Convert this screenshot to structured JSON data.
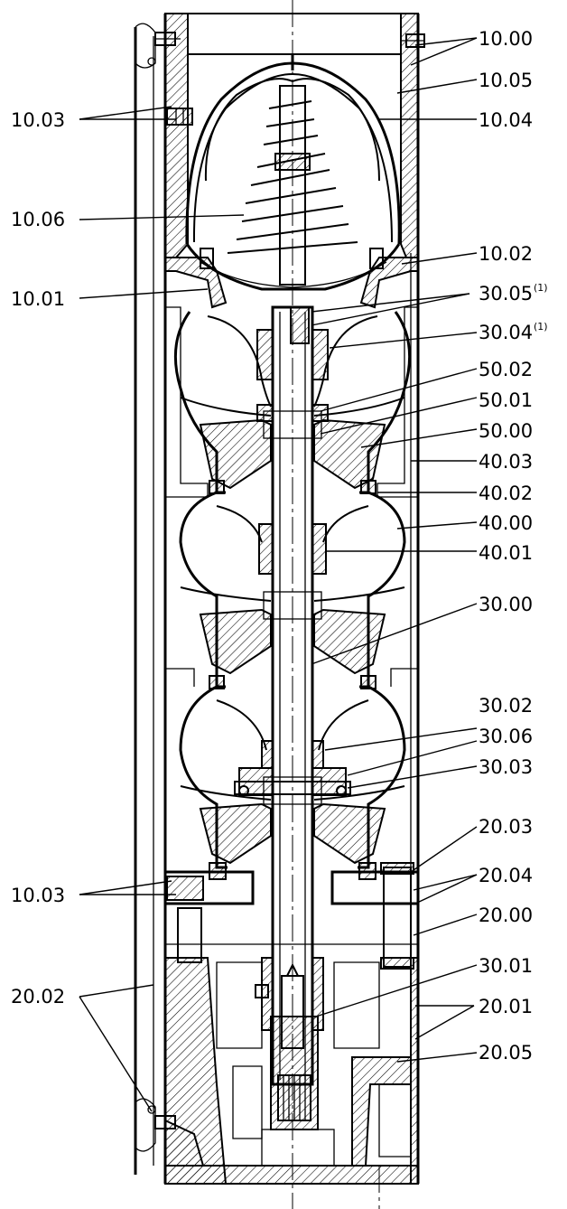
{
  "labels": {
    "l_10_00": "10.00",
    "l_10_05": "10.05",
    "l_10_04": "10.04",
    "l_10_03_top": "10.03",
    "l_10_06": "10.06",
    "l_10_02": "10.02",
    "l_10_01": "10.01",
    "l_30_05": "30.05",
    "l_30_05_sup": "(1)",
    "l_30_04": "30.04",
    "l_30_04_sup": "(1)",
    "l_50_02": "50.02",
    "l_50_01": "50.01",
    "l_50_00": "50.00",
    "l_40_03": "40.03",
    "l_40_02": "40.02",
    "l_40_00": "40.00",
    "l_40_01": "40.01",
    "l_30_00": "30.00",
    "l_30_02": "30.02",
    "l_30_06": "30.06",
    "l_30_03": "30.03",
    "l_20_03": "20.03",
    "l_20_04": "20.04",
    "l_10_03_bottom": "10.03",
    "l_20_00": "20.00",
    "l_20_02": "20.02",
    "l_30_01": "30.01",
    "l_20_01": "20.01",
    "l_20_05": "20.05"
  }
}
